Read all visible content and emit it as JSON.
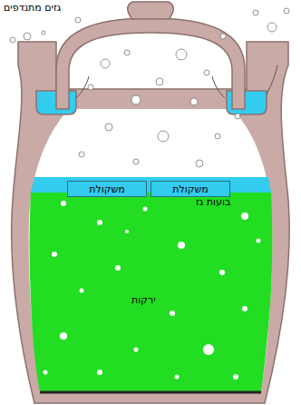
{
  "diagram": {
    "nodes": [
      {
        "text": [
          "משקולת"
        ]
      },
      {
        "text": [
          "משקולת"
        ]
      }
    ],
    "labels": [
      "גזים מתנדפים",
      "בועות גז",
      "ירקות"
    ]
  }
}
